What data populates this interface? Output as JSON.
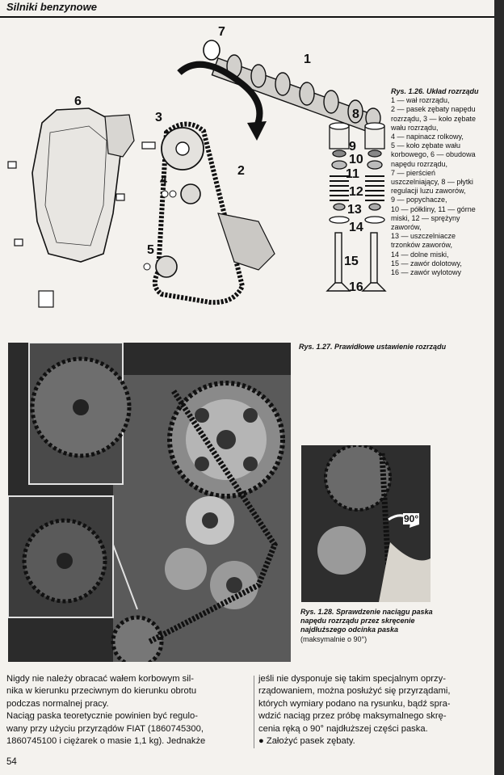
{
  "header": {
    "title": "Silniki benzynowe"
  },
  "figure_126": {
    "part_labels": [
      "1",
      "2",
      "3",
      "4",
      "5",
      "6",
      "7",
      "8",
      "9",
      "10",
      "11",
      "12",
      "13",
      "14",
      "15",
      "16"
    ],
    "caption_title": "Rys. 1.26. Układ rozrządu",
    "caption_lines": [
      "1 — wał rozrządu,",
      "2 — pasek zębaty napędu",
      "rozrządu, 3 — koło zębate",
      "wału rozrządu,",
      "4 — napinacz rolkowy,",
      "5 — koło zębate wału",
      "korbowego, 6 — obudowa",
      "napędu rozrządu,",
      "7 — pierścień",
      "uszczelniający, 8 — płytki",
      "regulacji luzu zaworów,",
      "9 — popychacze,",
      "10 — półkliny, 11 — górne",
      "miski, 12 — sprężyny",
      "zaworów,",
      "13 — uszczelniacze",
      "trzonków zaworów,",
      "14 — dolne miski,",
      "15 — zawór dolotowy,",
      "16 — zawór wylotowy"
    ]
  },
  "figure_127": {
    "caption": "Rys. 1.27. Prawidłowe ustawienie rozrządu"
  },
  "figure_128": {
    "angle_label": "90°",
    "caption_title_lines": [
      "Rys. 1.28. Sprawdzenie naciągu paska",
      "napędu rozrządu przez skręcenie",
      "najdłuższego odcinka paska"
    ],
    "caption_note": "(maksymalnie o 90°)"
  },
  "body_text": {
    "left_lines": [
      "Nigdy nie należy obracać wałem korbowym sil-",
      "nika w kierunku przeciwnym do kierunku obrotu",
      "podczas normalnej pracy.",
      "Naciąg paska teoretycznie powinien być regulo-",
      "wany przy użyciu przyrządów FIAT (1860745300,",
      "1860745100 i ciężarek o masie 1,1 kg). Jednakże"
    ],
    "right_lines": [
      "jeśli nie dysponuje się takim specjalnym oprzy-",
      "rządowaniem, można posłużyć się przyrządami,",
      "których wymiary podano na rysunku, bądź spra-",
      "wdzić naciąg przez próbę maksymalnego skrę-",
      "cenia ręką o 90° najdłuższej części paska.",
      "● Założyć pasek zębaty."
    ]
  },
  "page_number": "54"
}
